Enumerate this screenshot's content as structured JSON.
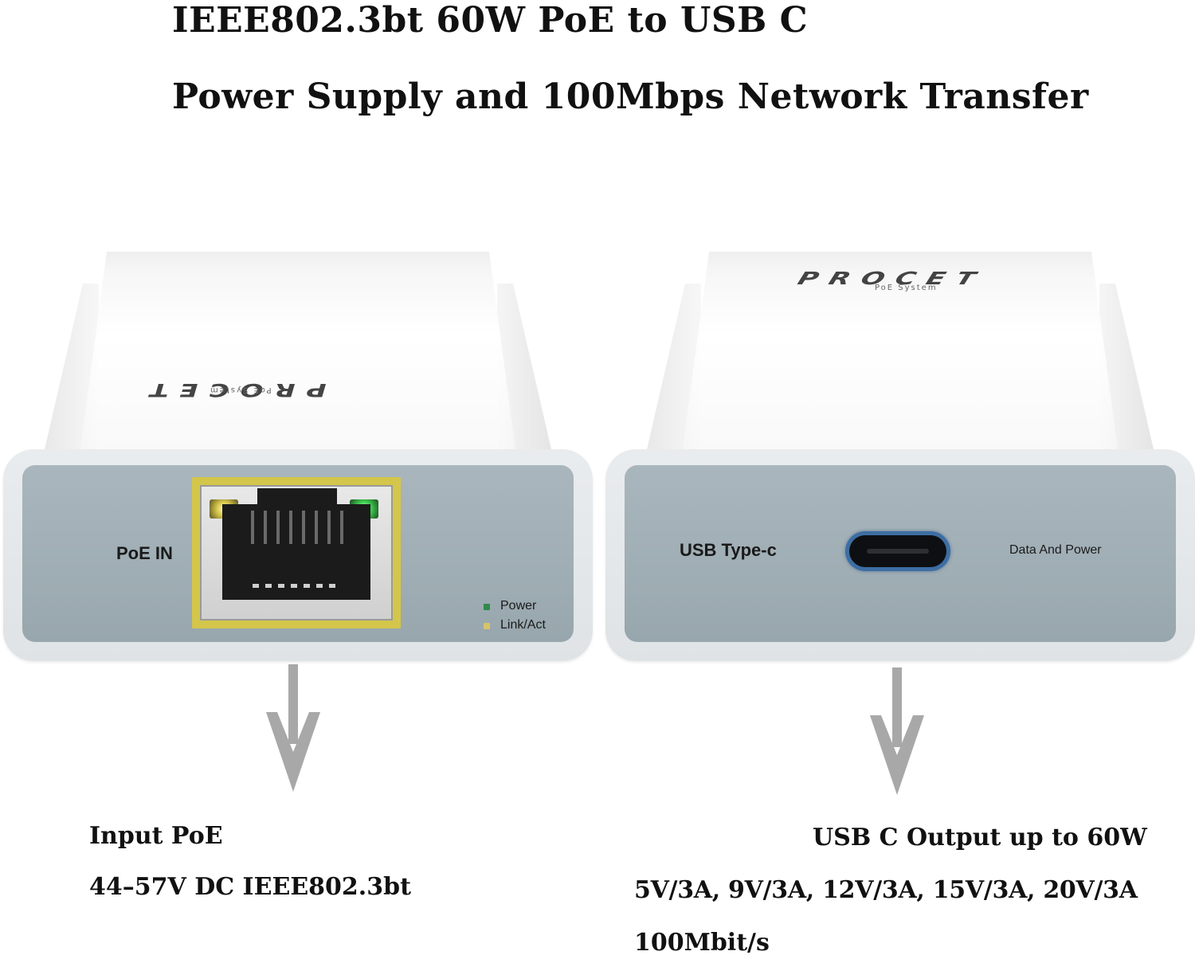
{
  "title": {
    "line1": "IEEE802.3bt 60W PoE  to USB C",
    "line2": "Power Supply and 100Mbps Network Transfer"
  },
  "left_device": {
    "brand": "PROCET",
    "brand_sub": "PoE System",
    "port_label": "PoE IN",
    "led_labels": [
      "Power",
      "Link/Act"
    ],
    "led_colors": [
      "#2f8a4a",
      "#d7c46a"
    ]
  },
  "right_device": {
    "brand": "PROCET",
    "brand_sub": "PoE System",
    "port_label": "USB Type-c",
    "port_desc": "Data And Power"
  },
  "specs_left": {
    "line1": "Input PoE",
    "line2": "44–57V DC IEEE802.3bt"
  },
  "specs_right": {
    "line1": "USB C  Output up to 60W",
    "line2": "5V/3A, 9V/3A, 12V/3A, 15V/3A, 20V/3A",
    "line3": "100Mbit/s"
  },
  "colors": {
    "panel": "#a4b1b8",
    "housing": "#ffffff",
    "rj45_frame": "#d4c64a",
    "usbc_ring": "#3d6ea3",
    "arrow": "#a8a8a8"
  }
}
